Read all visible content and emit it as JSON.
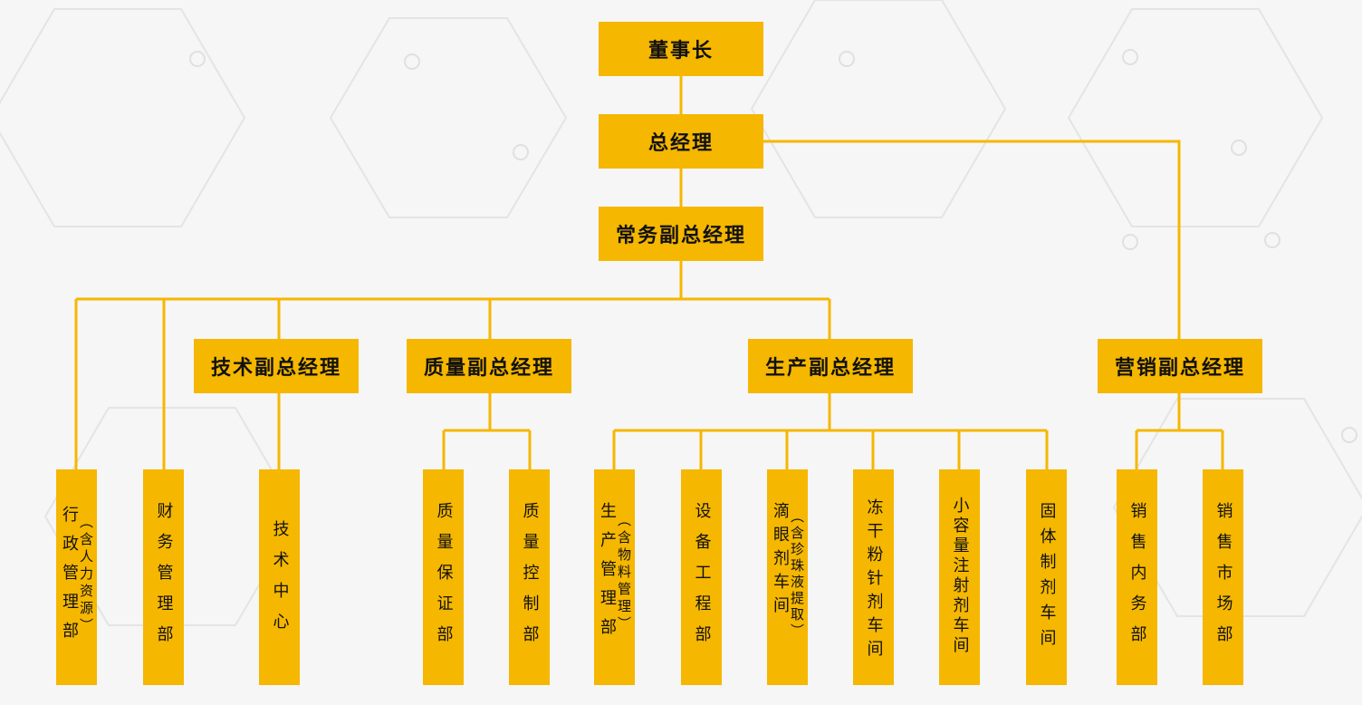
{
  "chairman": "董事长",
  "general_manager": "总经理",
  "executive_vp": "常务副总经理",
  "tech_vp": "技术副总经理",
  "quality_vp": "质量副总经理",
  "production_vp": "生产副总经理",
  "marketing_vp": "营销副总经理",
  "departments": {
    "admin": "行政管理部",
    "admin_note": "（含人力资源）",
    "finance": "财务管理部",
    "tech_center": "技术中心",
    "qa": "质量保证部",
    "qc": "质量控制部",
    "production_mgmt": "生产管理部",
    "production_mgmt_note": "（含物料管理）",
    "equipment": "设备工程部",
    "eye_drops": "滴眼剂车间",
    "eye_drops_note": "（含珍珠液提取）",
    "freeze_dried": "冻干粉针剂车间",
    "small_injection": "小容量注射剂车间",
    "solid": "固体制剂车间",
    "sales_internal": "销售内务部",
    "sales_market": "销售市场部"
  }
}
